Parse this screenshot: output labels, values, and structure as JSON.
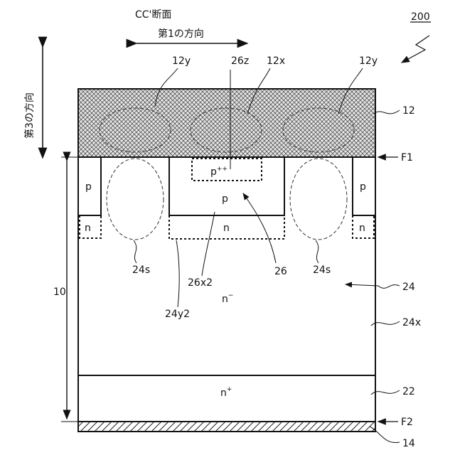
{
  "figure": {
    "section_title": "CC'断面",
    "figure_number": "200",
    "direction_1": "第1の方向",
    "direction_3": "第3の方向"
  },
  "labels": {
    "l_12y_left": "12y",
    "l_26z": "26z",
    "l_12x": "12x",
    "l_12y_right": "12y",
    "l_12": "12",
    "l_F1": "F1",
    "l_10": "10",
    "l_24s_left": "24s",
    "l_26x2": "26x2",
    "l_26": "26",
    "l_24s_right": "24s",
    "l_24": "24",
    "l_24y2": "24y2",
    "l_24x": "24x",
    "l_22": "22",
    "l_F2": "F2",
    "l_14": "14"
  },
  "regions": {
    "p_left": "p",
    "p_center": "p",
    "p_right": "p",
    "n_left": "n",
    "n_center": "n",
    "n_right": "n",
    "p_pp_base": "p",
    "p_pp_sup": "++",
    "n_minus_base": "n",
    "n_minus_sup": "−",
    "n_plus_base": "n",
    "n_plus_sup": "+"
  }
}
